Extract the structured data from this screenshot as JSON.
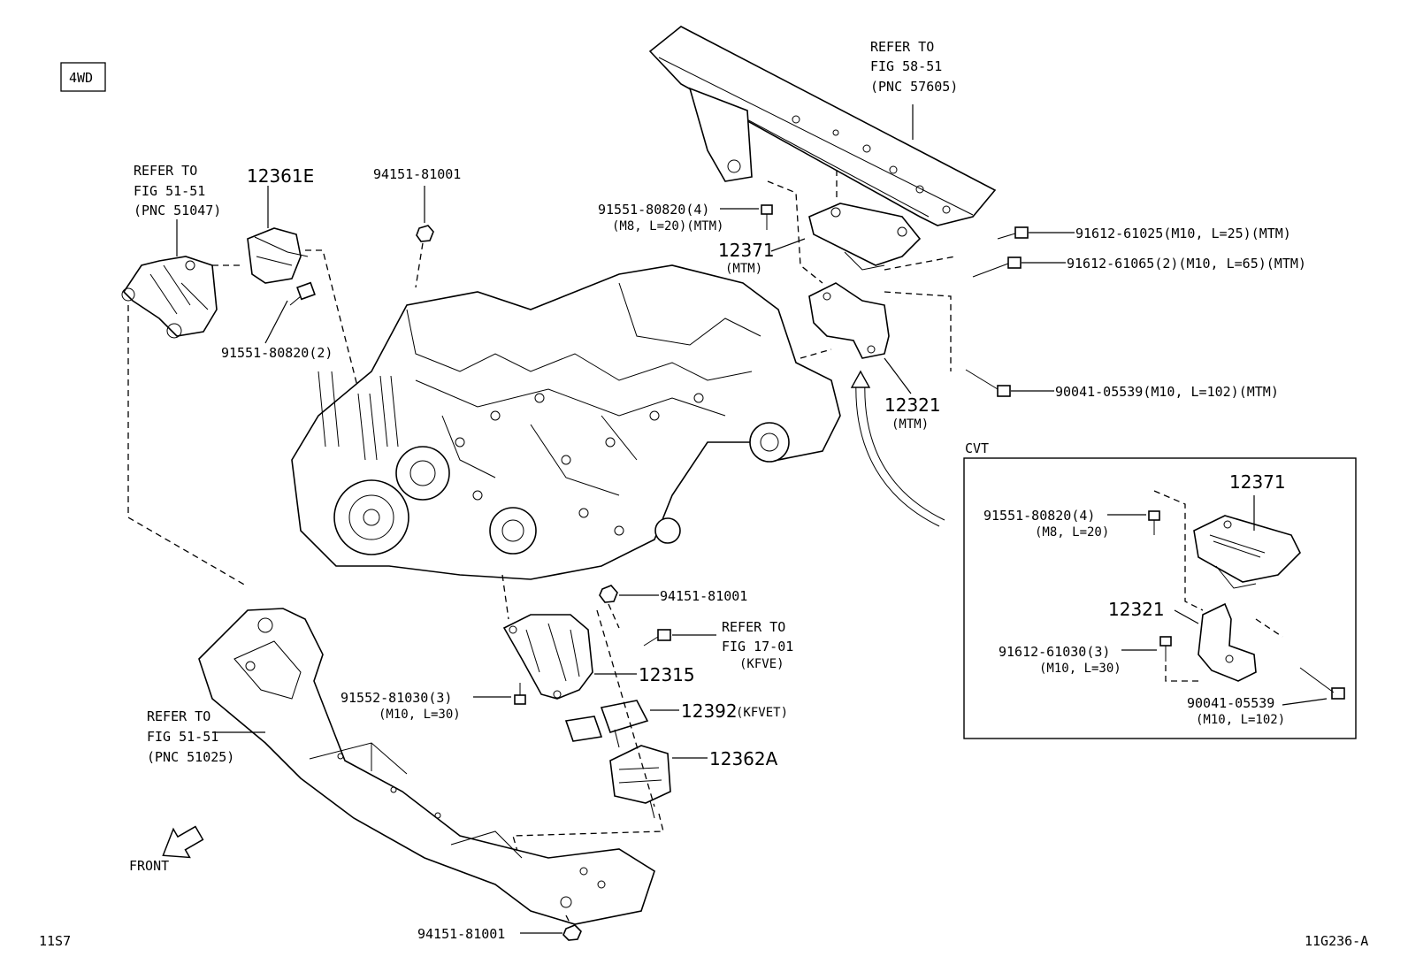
{
  "badge": "4WD",
  "section_cvt": "CVT",
  "footer": {
    "left": "11S7",
    "right": "11G236-A"
  },
  "direction": "FRONT",
  "refers": {
    "r5847": [
      "REFER TO",
      "FIG 58-51",
      "(PNC 57605)"
    ],
    "r51047": [
      "REFER TO",
      "FIG 51-51",
      "(PNC 51047)"
    ],
    "r51025": [
      "REFER TO",
      "FIG 51-51",
      "(PNC 51025)"
    ],
    "r1701": [
      "REFER TO",
      "FIG 17-01"
    ],
    "r1701_note": "(KFVE)"
  },
  "labels": {
    "p12361E": "12361E",
    "p94151_top": "94151-81001",
    "p91551_4_mtm": "91551-80820(4)",
    "p91551_4_mtm_sub": "(M8, L=20)(MTM)",
    "p12371_mtm": "12371",
    "p12371_mtm_sub": "(MTM)",
    "p91612_25": "91612-61025(M10, L=25)(MTM)",
    "p91612_65": "91612-61065(2)(M10, L=65)(MTM)",
    "p91551_2": "91551-80820(2)",
    "p90041_mtm": "90041-05539(M10, L=102)(MTM)",
    "p12321_mtm": "12321",
    "p12321_mtm_sub": "(MTM)",
    "p94151_mid": "94151-81001",
    "p12315": "12315",
    "p91552": "91552-81030(3)",
    "p91552_sub": "(M10, L=30)",
    "p12392": "12392",
    "p12392_sub": "(KFVET)",
    "p12362A": "12362A",
    "p94151_bot": "94151-81001",
    "cvt_12371": "12371",
    "cvt_91551": "91551-80820(4)",
    "cvt_91551_sub": "(M8, L=20)",
    "cvt_12321": "12321",
    "cvt_91612": "91612-61030(3)",
    "cvt_91612_sub": "(M10, L=30)",
    "cvt_90041": "90041-05539",
    "cvt_90041_sub": "(M10, L=102)"
  }
}
